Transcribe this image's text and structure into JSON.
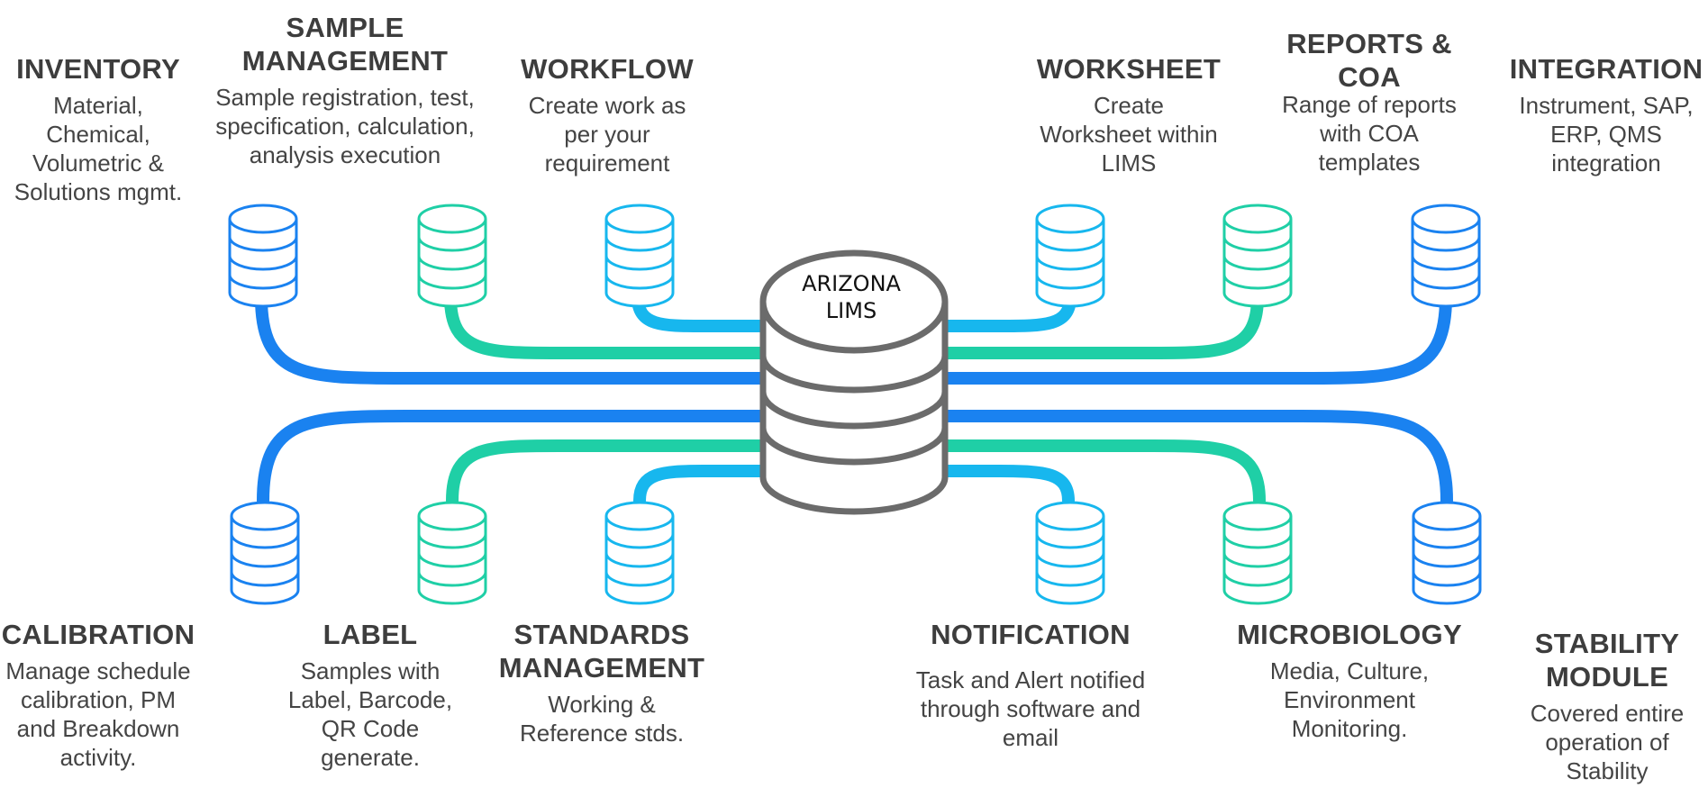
{
  "center": {
    "label": "ARIZONA\nLIMS",
    "color": "#6b6b6b"
  },
  "colors": {
    "blue": "#1a82f0",
    "green": "#1fcfa6",
    "cyan": "#17b7ee"
  },
  "modules": {
    "inventory": {
      "title": "INVENTORY",
      "desc": "Material,\nChemical,\nVolumetric &\nSolutions mgmt."
    },
    "sample": {
      "title": "SAMPLE\nMANAGEMENT",
      "desc": "Sample registration, test,\nspecification, calculation,\nanalysis execution"
    },
    "workflow": {
      "title": "WORKFLOW",
      "desc": "Create work as\nper your\nrequirement"
    },
    "worksheet": {
      "title": "WORKSHEET",
      "desc": "Create\nWorksheet within\nLIMS"
    },
    "reports": {
      "title": "REPORTS &\nCOA",
      "desc": "Range of reports\nwith COA\ntemplates"
    },
    "integration": {
      "title": "INTEGRATION",
      "desc": "Instrument, SAP,\nERP, QMS\nintegration"
    },
    "calibration": {
      "title": "CALIBRATION",
      "desc": "Manage schedule\ncalibration, PM\nand Breakdown\nactivity."
    },
    "label": {
      "title": "LABEL",
      "desc": "Samples with\nLabel, Barcode,\nQR Code\ngenerate."
    },
    "standards": {
      "title": "STANDARDS\nMANAGEMENT",
      "desc": "Working &\nReference stds."
    },
    "notification": {
      "title": "NOTIFICATION",
      "desc": "Task and Alert notified\nthrough software and\nemail"
    },
    "microbiology": {
      "title": "MICROBIOLOGY",
      "desc": "Media, Culture,\nEnvironment\nMonitoring."
    },
    "stability": {
      "title": "STABILITY\nMODULE",
      "desc": "Covered entire\noperation of\nStability"
    }
  }
}
